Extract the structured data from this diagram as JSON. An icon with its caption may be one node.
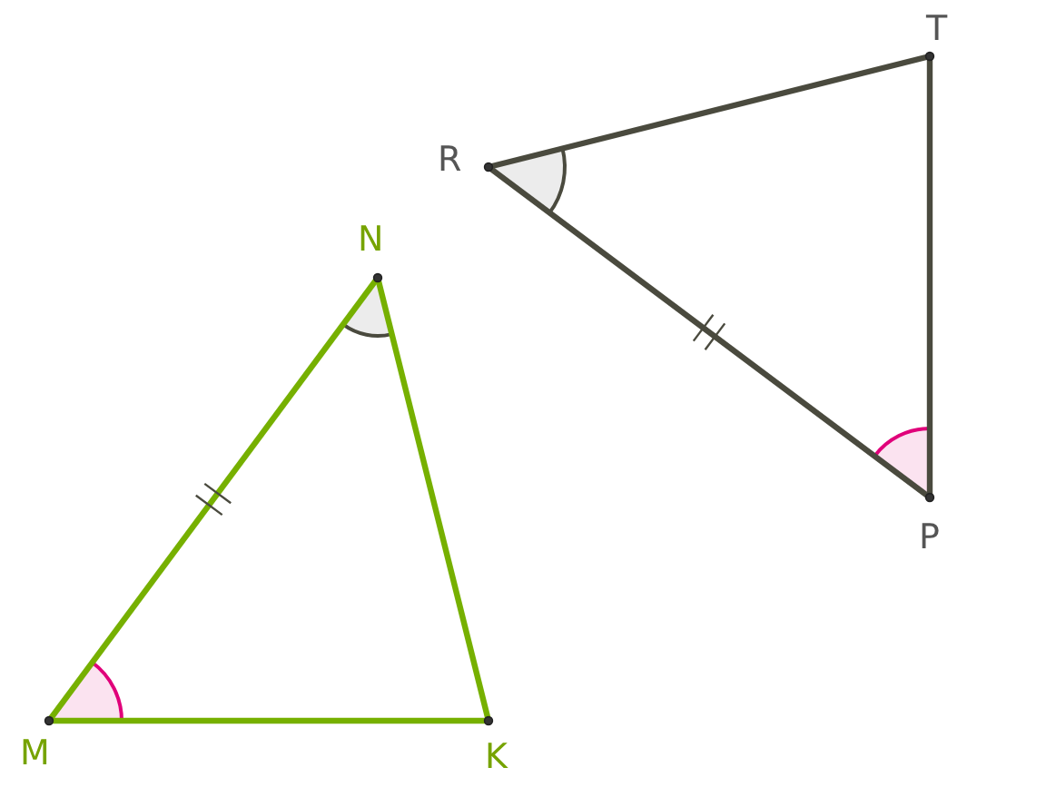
{
  "diagram": {
    "nodes": [
      {
        "text": [
          "M"
        ]
      },
      {
        "text": [
          "N"
        ]
      },
      {
        "text": [
          "K"
        ]
      },
      {
        "text": [
          "R"
        ]
      },
      {
        "text": [
          "T"
        ]
      },
      {
        "text": [
          "P"
        ]
      }
    ],
    "edges": [
      {
        "from": 0,
        "to": 1,
        "arrow": "none",
        "color": "#76b000"
      },
      {
        "from": 1,
        "to": 2,
        "arrow": "none",
        "color": "#76b000"
      },
      {
        "from": 2,
        "to": 0,
        "arrow": "none",
        "color": "#76b000"
      },
      {
        "from": 3,
        "to": 4,
        "arrow": "none",
        "color": "#4a4a3e"
      },
      {
        "from": 4,
        "to": 5,
        "arrow": "none",
        "color": "#4a4a3e"
      },
      {
        "from": 5,
        "to": 3,
        "arrow": "none",
        "color": "#4a4a3e"
      }
    ]
  }
}
